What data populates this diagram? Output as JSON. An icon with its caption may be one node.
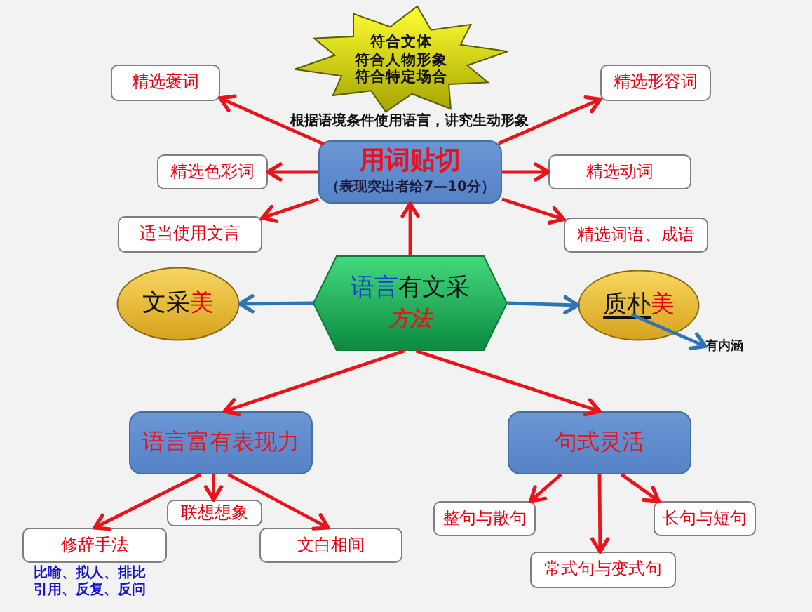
{
  "diagram": {
    "nodes": [
      {
        "text": [
          "符合文体",
          "符合人物形象",
          "符合特定场合"
        ]
      },
      {
        "text": [
          "精选褒词"
        ]
      },
      {
        "text": [
          "精选形容词"
        ]
      },
      {
        "text": [
          "用词贴切",
          "（表现突出者给7—10分）"
        ]
      },
      {
        "text": [
          "精选色彩词"
        ]
      },
      {
        "text": [
          "精选动词"
        ]
      },
      {
        "text": [
          "适当使用文言"
        ]
      },
      {
        "text": [
          "精选词语、成语"
        ]
      },
      {
        "text": [
          "文采**美**"
        ]
      },
      {
        "text": [
          "**语言**有文采",
          "方法"
        ]
      },
      {
        "text": [
          "质朴**美**"
        ]
      },
      {
        "text": [
          "有内涵"
        ]
      },
      {
        "text": [
          "语言富有表现力"
        ]
      },
      {
        "text": [
          "句式灵活"
        ]
      },
      {
        "text": [
          "联想想象"
        ]
      },
      {
        "text": [
          "整句与散句"
        ]
      },
      {
        "text": [
          "长句与短句"
        ]
      },
      {
        "text": [
          "修辞手法"
        ],
        "beside": [
          "比喻、拟人、排比",
          "引用、反复、反问"
        ]
      },
      {
        "text": [
          "文白相间"
        ]
      },
      {
        "text": [
          "常式句与变式句"
        ]
      }
    ],
    "edges": [
      {
        "from": 3,
        "to": 1,
        "arrow": "to"
      },
      {
        "from": 3,
        "to": 2,
        "arrow": "to"
      },
      {
        "from": 3,
        "to": 4,
        "arrow": "to"
      },
      {
        "from": 3,
        "to": 5,
        "arrow": "to"
      },
      {
        "from": 3,
        "to": 6,
        "arrow": "to"
      },
      {
        "from": 3,
        "to": 7,
        "arrow": "to"
      },
      {
        "from": 9,
        "to": 3,
        "arrow": "to"
      },
      {
        "from": 9,
        "to": 8,
        "arrow": "to",
        "color": "#2e75b6"
      },
      {
        "from": 9,
        "to": 10,
        "arrow": "to",
        "color": "#2e75b6"
      },
      {
        "from": 10,
        "to": 11,
        "arrow": "to",
        "color": "#2e75b6"
      },
      {
        "from": 9,
        "to": 12,
        "arrow": "to"
      },
      {
        "from": 9,
        "to": 13,
        "arrow": "to"
      },
      {
        "from": 12,
        "to": 17,
        "arrow": "to"
      },
      {
        "from": 12,
        "to": 14,
        "arrow": "to"
      },
      {
        "from": 12,
        "to": 18,
        "arrow": "to"
      },
      {
        "from": 13,
        "to": 15,
        "arrow": "to"
      },
      {
        "from": 13,
        "to": 19,
        "arrow": "to"
      },
      {
        "from": 13,
        "to": 16,
        "arrow": "to"
      }
    ],
    "labels": [
      "根据语境条件使用语言，讲究生动形象"
    ]
  }
}
